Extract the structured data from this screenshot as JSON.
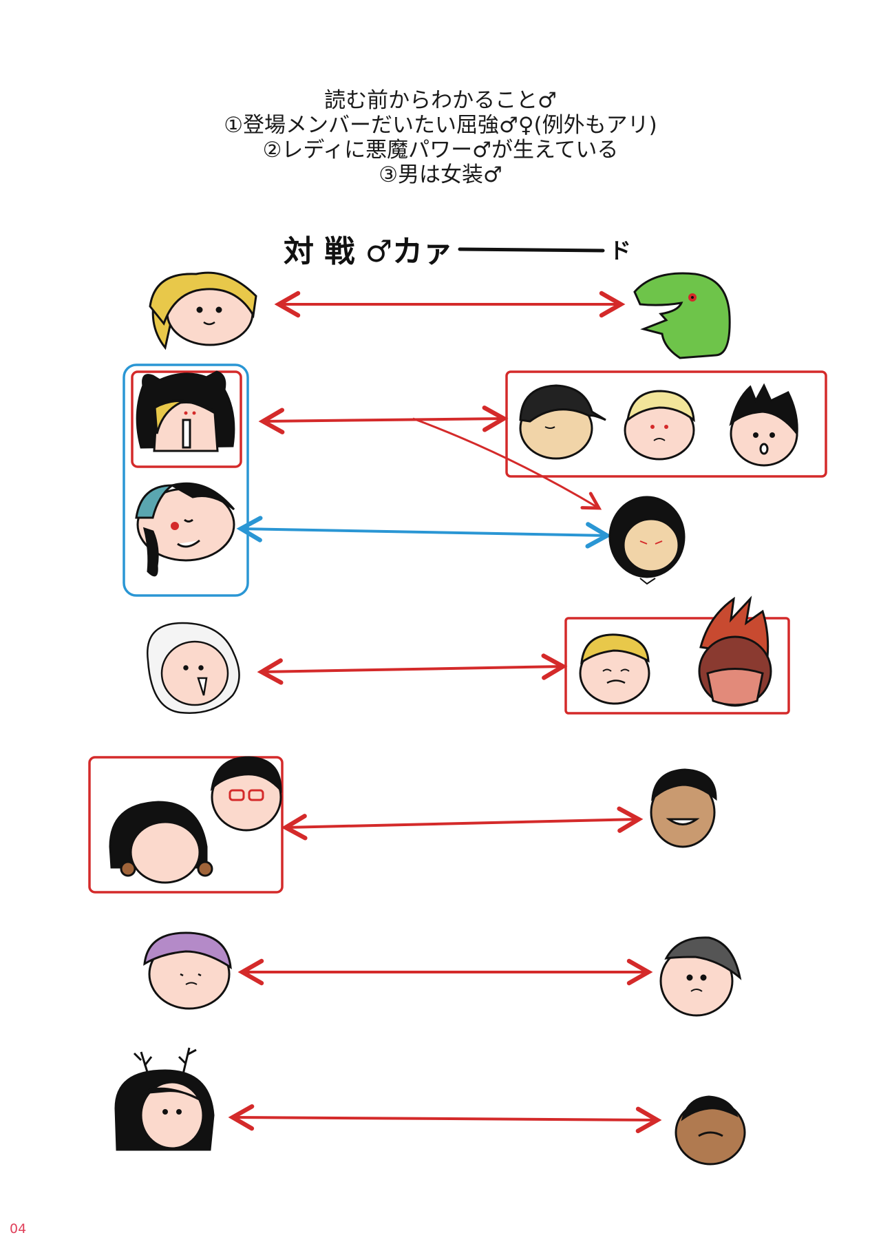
{
  "intro": {
    "line1": "読む前からわかること♂",
    "line2": "①登場メンバーだいたい屈強♂♀(例外もアリ)",
    "line3": "②レディに悪魔パワー♂が生えている",
    "line4": "③男は女装♂"
  },
  "heading": {
    "text": "対 戦 ♂カァ",
    "suffix": "ド"
  },
  "page_number": "04",
  "colors": {
    "arrow_red": "#d42a2a",
    "arrow_blue": "#2a96d4",
    "frame_red": "#d42a2a",
    "frame_blue": "#2a96d4",
    "ink": "#111111",
    "skin": "#fbd9cc",
    "page_number": "#e0405a"
  }
}
